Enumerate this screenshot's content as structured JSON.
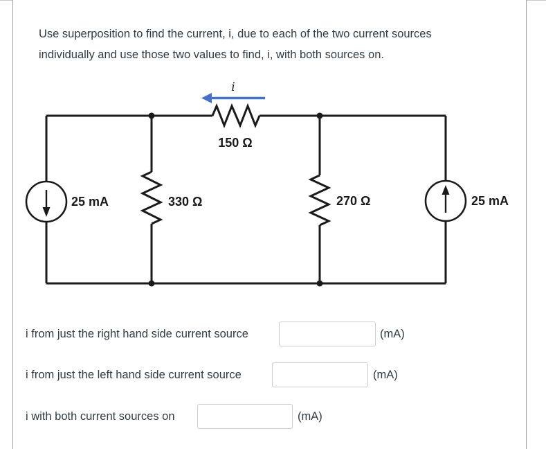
{
  "colors": {
    "text": "#2d3b45",
    "wire": "#1a1a1a",
    "current_arrow_blue": "#4472c4",
    "panel_border": "#a0a0a0",
    "input_border": "#c7cdd1"
  },
  "problem": {
    "statement_lines": [
      "Use superposition to find the current, i, due to each of the two current sources",
      "individually and use those two values to find, i, with both sources on."
    ]
  },
  "circuit": {
    "current_arrow_label": "i",
    "top_resistor_label": "150 Ω",
    "left_resistor_label": "330 Ω",
    "right_resistor_label": "270 Ω",
    "left_source_label": "25 mA",
    "right_source_label": "25 mA"
  },
  "answers": [
    {
      "label": "i from just the right hand side current source",
      "unit": "(mA)",
      "value": ""
    },
    {
      "label": "i from just the left hand side current source",
      "unit": "(mA)",
      "value": ""
    },
    {
      "label": "i with both current sources on",
      "unit": "(mA)",
      "value": ""
    }
  ]
}
